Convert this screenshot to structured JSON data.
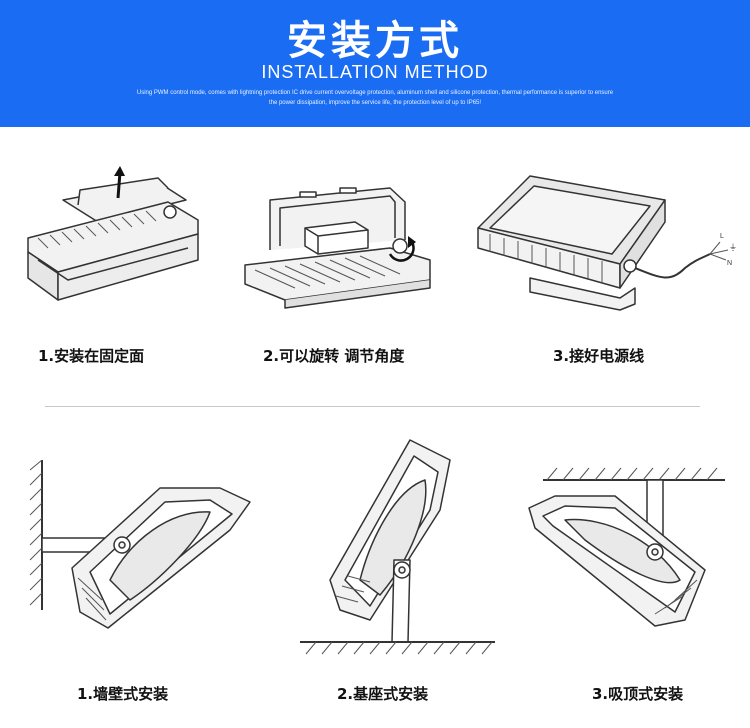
{
  "header": {
    "title_cn": "安装方式",
    "title_en": "INSTALLATION METHOD",
    "desc_line1": "Using PWM control mode, comes with lightning protection IC drive current overvoltage protection, aluminum shell and silicone protection, thermal performance is superior to ensure",
    "desc_line2": "the power dissipation, improve the service life, the protection level of up to IP65!"
  },
  "steps": [
    {
      "label": "1.安装在固定面",
      "icon": "mount-on-surface-illustration"
    },
    {
      "label": "2.可以旋转 调节角度",
      "icon": "rotate-adjust-angle-illustration"
    },
    {
      "label": "3.接好电源线",
      "icon": "connect-power-cable-illustration",
      "wire_labels": [
        "L",
        "⏚",
        "N"
      ]
    }
  ],
  "methods": [
    {
      "label": "1.墙壁式安装",
      "icon": "wall-mount-illustration"
    },
    {
      "label": "2.基座式安装",
      "icon": "base-mount-illustration"
    },
    {
      "label": "3.吸顶式安装",
      "icon": "ceiling-mount-illustration"
    }
  ],
  "colors": {
    "banner": "#1a6df3",
    "line": "#333333",
    "caption": "#111111"
  }
}
